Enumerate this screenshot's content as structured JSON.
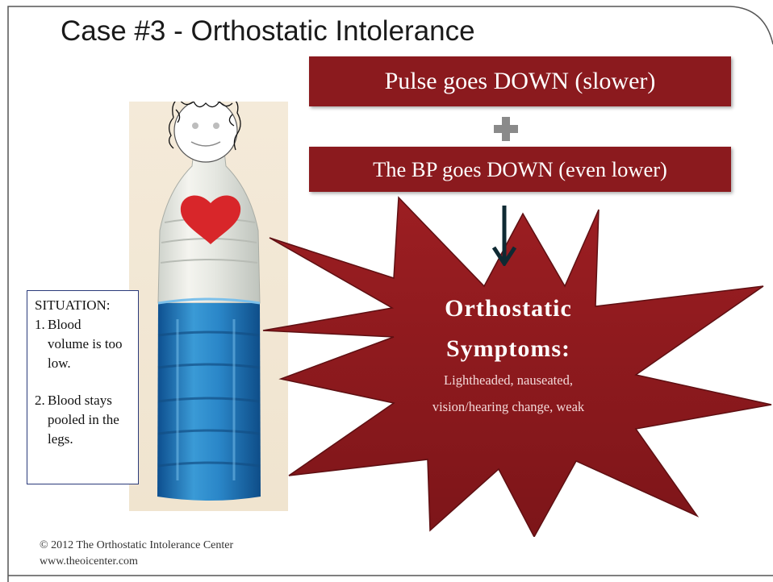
{
  "slide": {
    "title": "Case #3 - Orthostatic Intolerance",
    "box_pulse": "Pulse goes DOWN (slower)",
    "box_bp": "The BP goes DOWN (even lower)",
    "symptoms_title_line1": "Orthostatic",
    "symptoms_title_line2": "Symptoms:",
    "symptoms_desc_line1": "Lightheaded, nauseated,",
    "symptoms_desc_line2": "vision/hearing change, weak",
    "situation": {
      "heading": "SITUATION:",
      "item1_num": "1.",
      "item1_text": "Blood volume is too low.",
      "item2_num": "2.",
      "item2_text": "Blood stays pooled in the legs."
    },
    "footer_line1": "© 2012 The Orthostatic Intolerance Center",
    "footer_line2": "www.theoicenter.com",
    "colors": {
      "accent_red": "#8b1a1e",
      "heart_red": "#d8262a",
      "water_blue": "#1c74b8",
      "arrow": "#0f2a33",
      "plus_gray": "#8a8a8a"
    }
  }
}
